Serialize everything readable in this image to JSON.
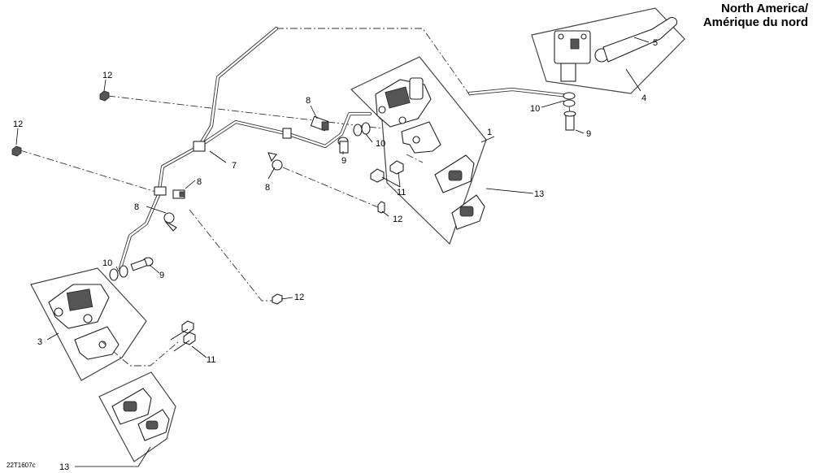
{
  "region_label": [
    "North America/",
    "Amérique du nord"
  ],
  "figure_id": "22T1607c",
  "callouts": {
    "c1": "1",
    "c3": "3",
    "c4": "4",
    "c5": "5",
    "c7": "7",
    "c8a": "8",
    "c8b": "8",
    "c8c": "8",
    "c8d": "8",
    "c9a": "9",
    "c9b": "9",
    "c9c": "9",
    "c10a": "10",
    "c10b": "10",
    "c10c": "10",
    "c11a": "11",
    "c11b": "11",
    "c12a": "12",
    "c12b": "12",
    "c12c": "12",
    "c12d": "12",
    "c13a": "13",
    "c13b": "13"
  }
}
